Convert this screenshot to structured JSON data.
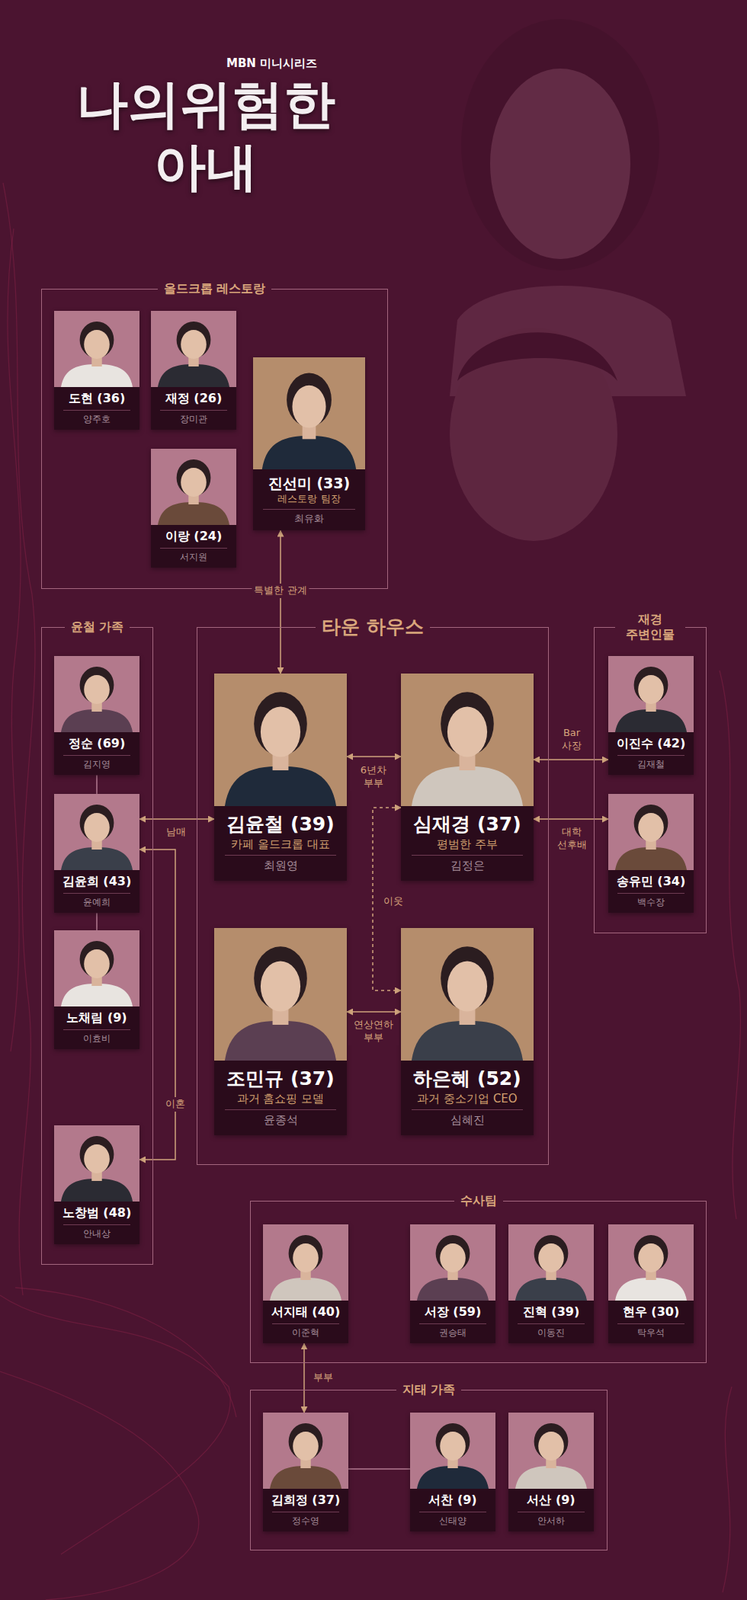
{
  "diagram": {
    "title": "나의위험한 아내",
    "nodes": [
      {
        "text": [
          "올드크롭 레스토랑"
        ]
      },
      {
        "text": [
          "도현 (36)",
          "양주호"
        ],
        "in": 0
      },
      {
        "text": [
          "재정 (26)",
          "장미관"
        ],
        "in": 0
      },
      {
        "text": [
          "이랑 (24)",
          "서지원"
        ],
        "in": 0
      },
      {
        "text": [
          "진선미 (33)",
          "레스토랑 팀장",
          "최유화"
        ],
        "in": 0
      },
      {
        "text": [
          "윤철 가족"
        ]
      },
      {
        "text": [
          "정순 (69)",
          "김지영"
        ],
        "in": 5
      },
      {
        "text": [
          "김윤희 (43)",
          "윤예희"
        ],
        "in": 5
      },
      {
        "text": [
          "노채림 (9)",
          "이효비"
        ],
        "in": 5
      },
      {
        "text": [
          "노창범 (48)",
          "안내상"
        ],
        "in": 5
      },
      {
        "text": [
          "타운 하우스"
        ]
      },
      {
        "text": [
          "김윤철 (39)",
          "카페 올드크롭 대표",
          "최원영"
        ],
        "in": 10
      },
      {
        "text": [
          "심재경 (37)",
          "평범한 주부",
          "김정은"
        ],
        "in": 10
      },
      {
        "text": [
          "조민규 (37)",
          "과거 홈쇼핑 모델",
          "윤종석"
        ],
        "in": 10
      },
      {
        "text": [
          "하은혜 (52)",
          "과거 중소기업 CEO",
          "심혜진"
        ],
        "in": 10
      },
      {
        "text": [
          "재경 주변인물"
        ]
      },
      {
        "text": [
          "이진수 (42)",
          "김재철"
        ],
        "in": 15
      },
      {
        "text": [
          "송유민 (34)",
          "백수장"
        ],
        "in": 15
      },
      {
        "text": [
          "수사팀"
        ]
      },
      {
        "text": [
          "서지태 (40)",
          "이준혁"
        ],
        "in": 18
      },
      {
        "text": [
          "서장 (59)",
          "권승태"
        ],
        "in": 18
      },
      {
        "text": [
          "진혁 (39)",
          "이동진"
        ],
        "in": 18
      },
      {
        "text": [
          "현우 (30)",
          "탁우석"
        ],
        "in": 18
      },
      {
        "text": [
          "지태 가족"
        ]
      },
      {
        "text": [
          "김희정 (37)",
          "정수영"
        ],
        "in": 23
      },
      {
        "text": [
          "서찬 (9)",
          "신태양"
        ],
        "in": 23
      },
      {
        "text": [
          "서산 (9)",
          "안서하"
        ],
        "in": 23
      }
    ],
    "edges": [
      {
        "from": 4,
        "to": 11,
        "label": "특별한 관계",
        "arrow": "both"
      },
      {
        "from": 7,
        "to": 11,
        "label": "남매",
        "arrow": "both"
      },
      {
        "from": 11,
        "to": 12,
        "label": "6년차 부부",
        "arrow": "both"
      },
      {
        "from": 12,
        "to": 16,
        "label": "Bar 사장",
        "arrow": "both"
      },
      {
        "from": 12,
        "to": 17,
        "label": "대학 선후배",
        "arrow": "both"
      },
      {
        "from": 12,
        "to": 14,
        "label": "이웃",
        "arrow": "both"
      },
      {
        "from": 13,
        "to": 14,
        "label": "연상연하 부부",
        "arrow": "both"
      },
      {
        "from": 7,
        "to": 9,
        "label": "이혼",
        "arrow": "both"
      },
      {
        "from": 6,
        "to": 7,
        "arrow": "none"
      },
      {
        "from": 7,
        "to": 8,
        "arrow": "none"
      },
      {
        "from": 19,
        "to": 24,
        "label": "부부",
        "arrow": "both"
      },
      {
        "from": 24,
        "to": 25,
        "arrow": "none"
      }
    ],
    "labels": [
      "MBN 미니시리즈"
    ]
  }
}
